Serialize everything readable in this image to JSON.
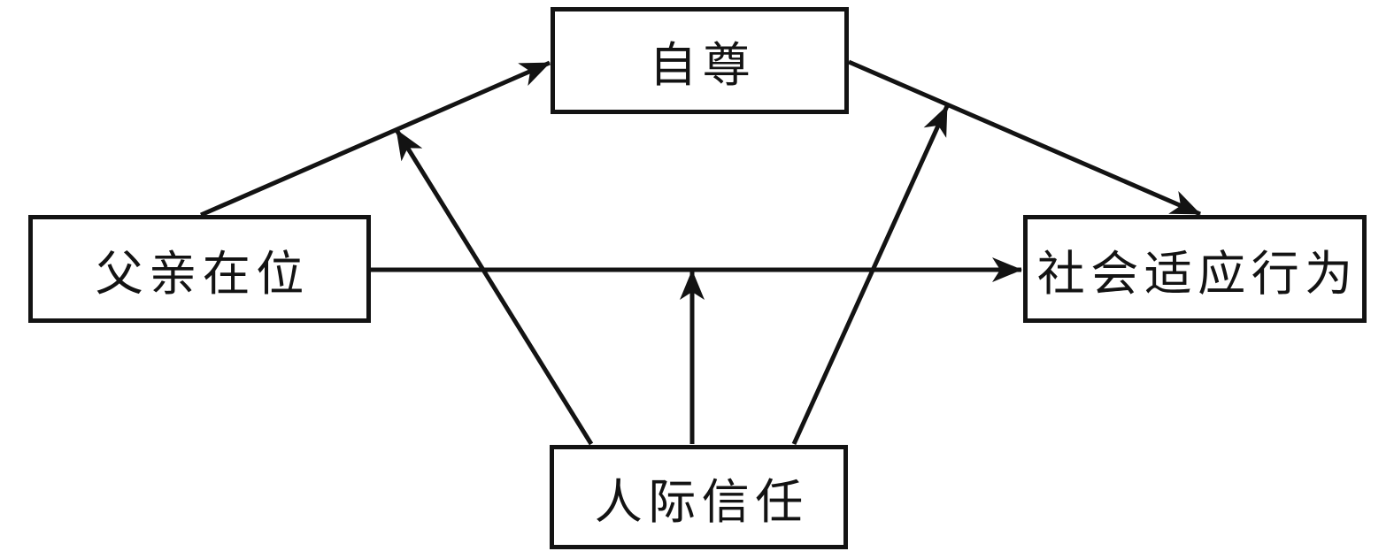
{
  "diagram": {
    "title": "moderated-mediation-path-model",
    "background_color": "#ffffff",
    "line_color": "#131313",
    "nodes": {
      "self_esteem": {
        "label": "自尊"
      },
      "father_presence": {
        "label": "父亲在位"
      },
      "social_adaptation": {
        "label": "社会适应行为"
      },
      "interpersonal_trust": {
        "label": "人际信任"
      }
    },
    "edges": [
      {
        "from": "父亲在位",
        "to": "自尊",
        "type": "direct"
      },
      {
        "from": "父亲在位",
        "to": "社会适应行为",
        "type": "direct"
      },
      {
        "from": "自尊",
        "to": "社会适应行为",
        "type": "direct"
      },
      {
        "from": "人际信任",
        "to": "父亲在位→自尊路径",
        "type": "moderation"
      },
      {
        "from": "人际信任",
        "to": "父亲在位→社会适应行为路径",
        "type": "moderation"
      },
      {
        "from": "人际信任",
        "to": "自尊→社会适应行为路径",
        "type": "moderation"
      }
    ]
  }
}
